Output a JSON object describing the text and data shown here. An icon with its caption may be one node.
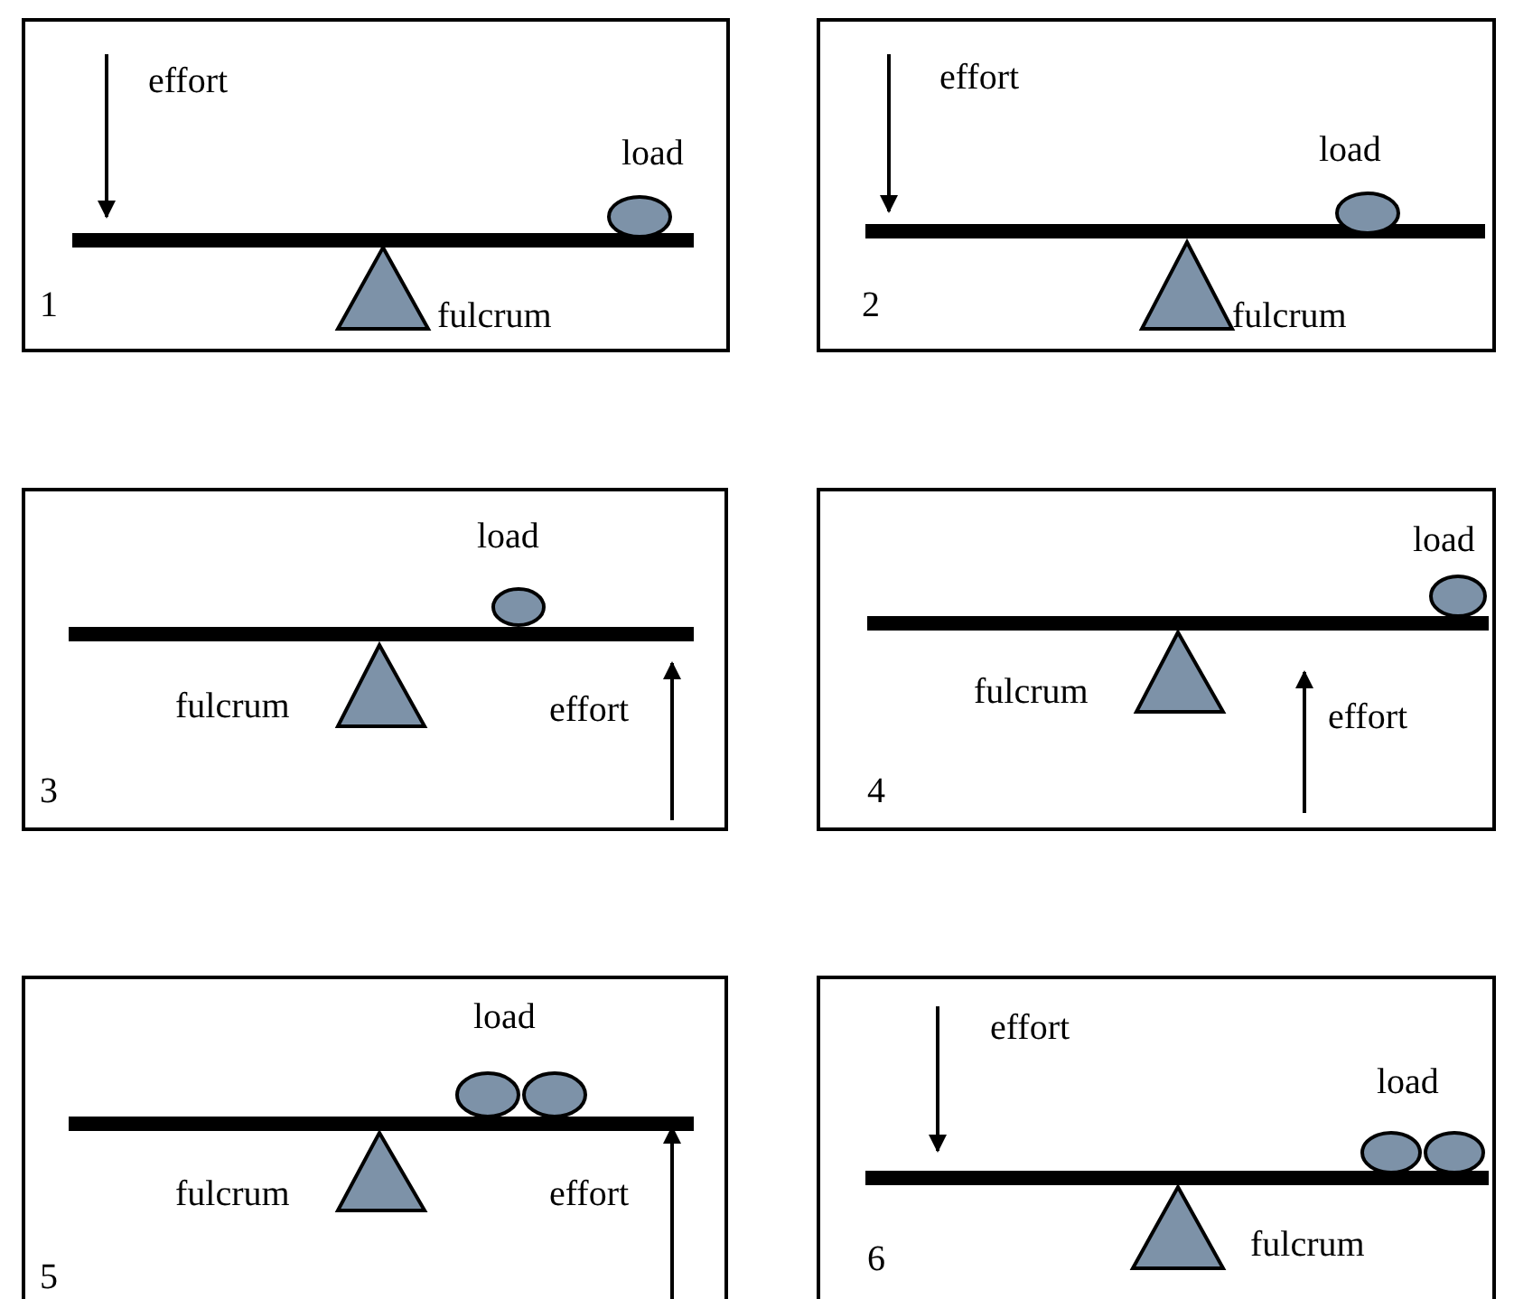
{
  "diagram": {
    "nodes": [
      {
        "text": [
          "effort",
          "load",
          "1",
          "fulcrum"
        ]
      },
      {
        "text": [
          "effort",
          "load",
          "2",
          "fulcrum"
        ]
      },
      {
        "text": [
          "load",
          "fulcrum",
          "effort",
          "3"
        ]
      },
      {
        "text": [
          "load",
          "fulcrum",
          "effort",
          "4"
        ]
      },
      {
        "text": [
          "load",
          "fulcrum",
          "effort",
          "5"
        ]
      },
      {
        "text": [
          "effort",
          "load",
          "6",
          "fulcrum"
        ]
      }
    ]
  }
}
